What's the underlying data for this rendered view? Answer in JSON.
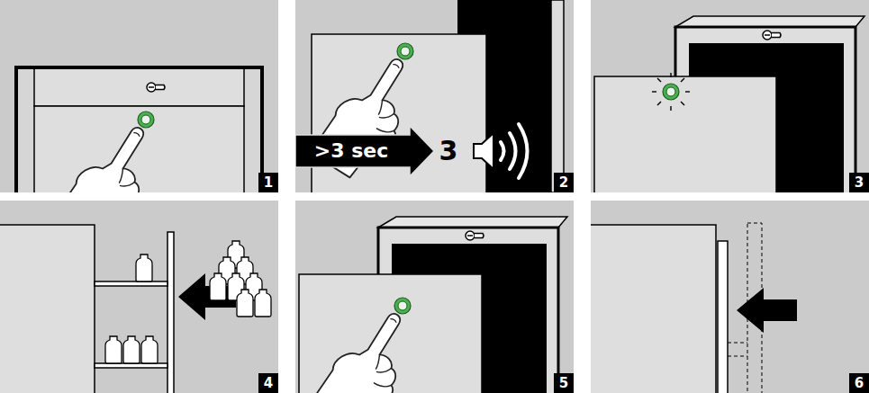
{
  "diagram": {
    "labels": [
      "1",
      ">3 sec",
      "3",
      "2",
      "3",
      "4",
      "5",
      "6"
    ]
  }
}
